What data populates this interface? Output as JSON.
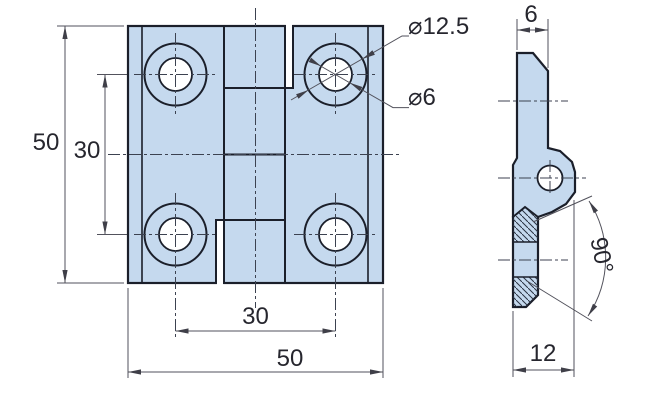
{
  "drawing": {
    "type": "engineering-drawing-hinge",
    "colors": {
      "part_fill": "#c5d9ee",
      "outline": "#1b1f2a",
      "dimension_lines": "#52525c",
      "text": "#26262e",
      "background": "#ffffff"
    },
    "front_view": {
      "overall_height": "50",
      "hole_spacing_vertical": "30",
      "counterbore_diameter": "⌀12.5",
      "hole_diameter": "⌀6",
      "hole_spacing_horizontal": "30",
      "overall_width": "50"
    },
    "side_view": {
      "leaf_thickness": "6",
      "opening_angle": "90°",
      "leaf_width": "12"
    }
  }
}
